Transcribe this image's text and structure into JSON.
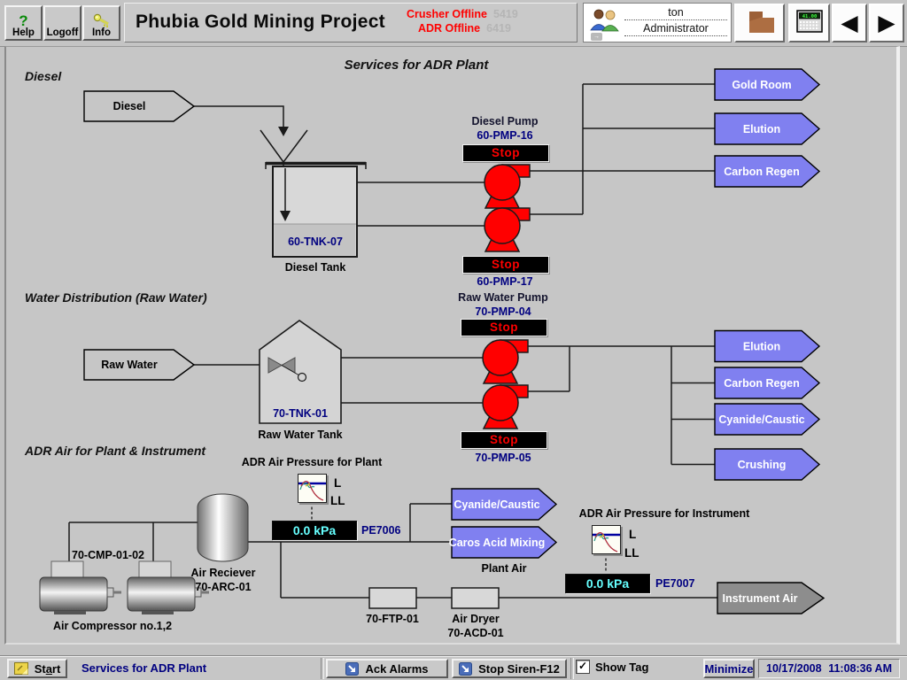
{
  "toolbar": {
    "help_icon": "?",
    "help_label": "Help",
    "logoff_label": "Logoff",
    "info_label": "Info",
    "title": "Phubia Gold Mining Project",
    "alarms": [
      {
        "text": "Crusher Offline",
        "code": "5419"
      },
      {
        "text": "ADR Offline",
        "code": "6419"
      }
    ],
    "user": {
      "name": "ton",
      "role": "Administrator"
    },
    "calculator_value": "41.00",
    "prev_icon": "◀",
    "next_icon": "▶"
  },
  "diagram": {
    "title": "Services for ADR Plant",
    "section_diesel": "Diesel",
    "section_water": "Water Distribution (Raw Water)",
    "section_air": "ADR Air for Plant & Instrument",
    "diesel": {
      "source": "Diesel",
      "tank_tag": "60-TNK-07",
      "tank_name": "Diesel Tank",
      "pump_title": "Diesel Pump",
      "pump1_tag": "60-PMP-16",
      "pump1_stop": "Stop",
      "pump2_stop": "Stop",
      "pump2_tag": "60-PMP-17",
      "dest1": "Gold Room",
      "dest2": "Elution",
      "dest3": "Carbon Regen"
    },
    "water": {
      "source": "Raw Water",
      "tank_tag": "70-TNK-01",
      "tank_name": "Raw Water Tank",
      "pump_title": "Raw Water Pump",
      "pump1_tag": "70-PMP-04",
      "pump1_stop": "Stop",
      "pump2_stop": "Stop",
      "pump2_tag": "70-PMP-05",
      "dest1": "Elution",
      "dest2": "Carbon Regen",
      "dest3": "Cyanide/Caustic",
      "dest4": "Crushing"
    },
    "air": {
      "compressor_tag": "70-CMP-01-02",
      "compressor_name": "Air Compressor no.1,2",
      "receiver_name": "Air Reciever",
      "receiver_tag": "70-ARC-01",
      "plant_pressure_title": "ADR Air Pressure for Plant",
      "plant_limit_l": "L",
      "plant_limit_ll": "LL",
      "plant_pressure_value": "0.0 kPa",
      "plant_pressure_tag": "PE7006",
      "dest_plant1": "Cyanide/Caustic",
      "dest_plant2": "Caros Acid Mixing",
      "plant_air_label": "Plant Air",
      "filter_tag": "70-FTP-01",
      "dryer_name": "Air Dryer",
      "dryer_tag": "70-ACD-01",
      "instrument_pressure_title": "ADR Air Pressure for Instrument",
      "instrument_limit_l": "L",
      "instrument_limit_ll": "LL",
      "instrument_pressure_value": "0.0 kPa",
      "instrument_pressure_tag": "PE7007",
      "dest_instrument": "Instrument Air"
    }
  },
  "taskbar": {
    "start_pre": "St",
    "start_accel": "a",
    "start_post": "rt",
    "screen_name": "Services for ADR Plant",
    "ack_alarms_label": "Ack Alarms",
    "stop_siren_label": "Stop Siren-F12",
    "show_tag_label": "Show Tag",
    "show_tag_checked": true,
    "check_glyph": "✓",
    "minimize_label": "Minimize",
    "date": "10/17/2008",
    "time": "11:08:36 AM"
  },
  "colors": {
    "destination_arrow": "#8080f0",
    "instrument_arrow": "#8d8d8d",
    "pump_color": "#ff0000",
    "stop_text": "#ff0000",
    "value_text": "#66ffff",
    "tag_text": "#000080",
    "alarm_text": "#ff0000"
  }
}
